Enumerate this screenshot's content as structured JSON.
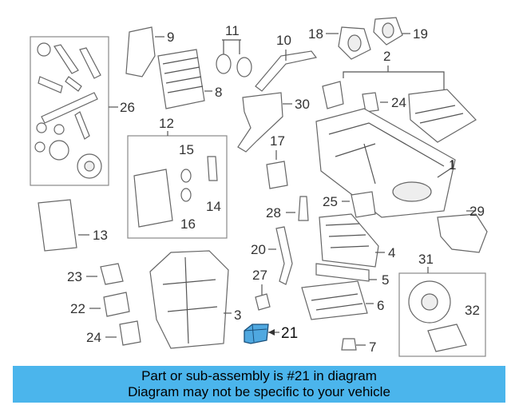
{
  "callouts": {
    "n1": "1",
    "n2": "2",
    "n3": "3",
    "n4": "4",
    "n5": "5",
    "n6": "6",
    "n7": "7",
    "n8": "8",
    "n9": "9",
    "n10": "10",
    "n11": "11",
    "n12": "12",
    "n13": "13",
    "n14": "14",
    "n15": "15",
    "n16": "16",
    "n17": "17",
    "n18": "18",
    "n19": "19",
    "n20": "20",
    "n21": "21",
    "n22": "22",
    "n23": "23",
    "n24a": "24",
    "n24b": "24",
    "n25": "25",
    "n26": "26",
    "n27": "27",
    "n28": "28",
    "n29": "29",
    "n30": "30",
    "n31": "31",
    "n32": "32"
  },
  "highlight_color": "#4fa8e0",
  "banner": {
    "line1": "Part or sub-assembly is #21 in diagram",
    "line2": "Diagram may not be specific to your vehicle",
    "color": "#4bb5ec"
  }
}
